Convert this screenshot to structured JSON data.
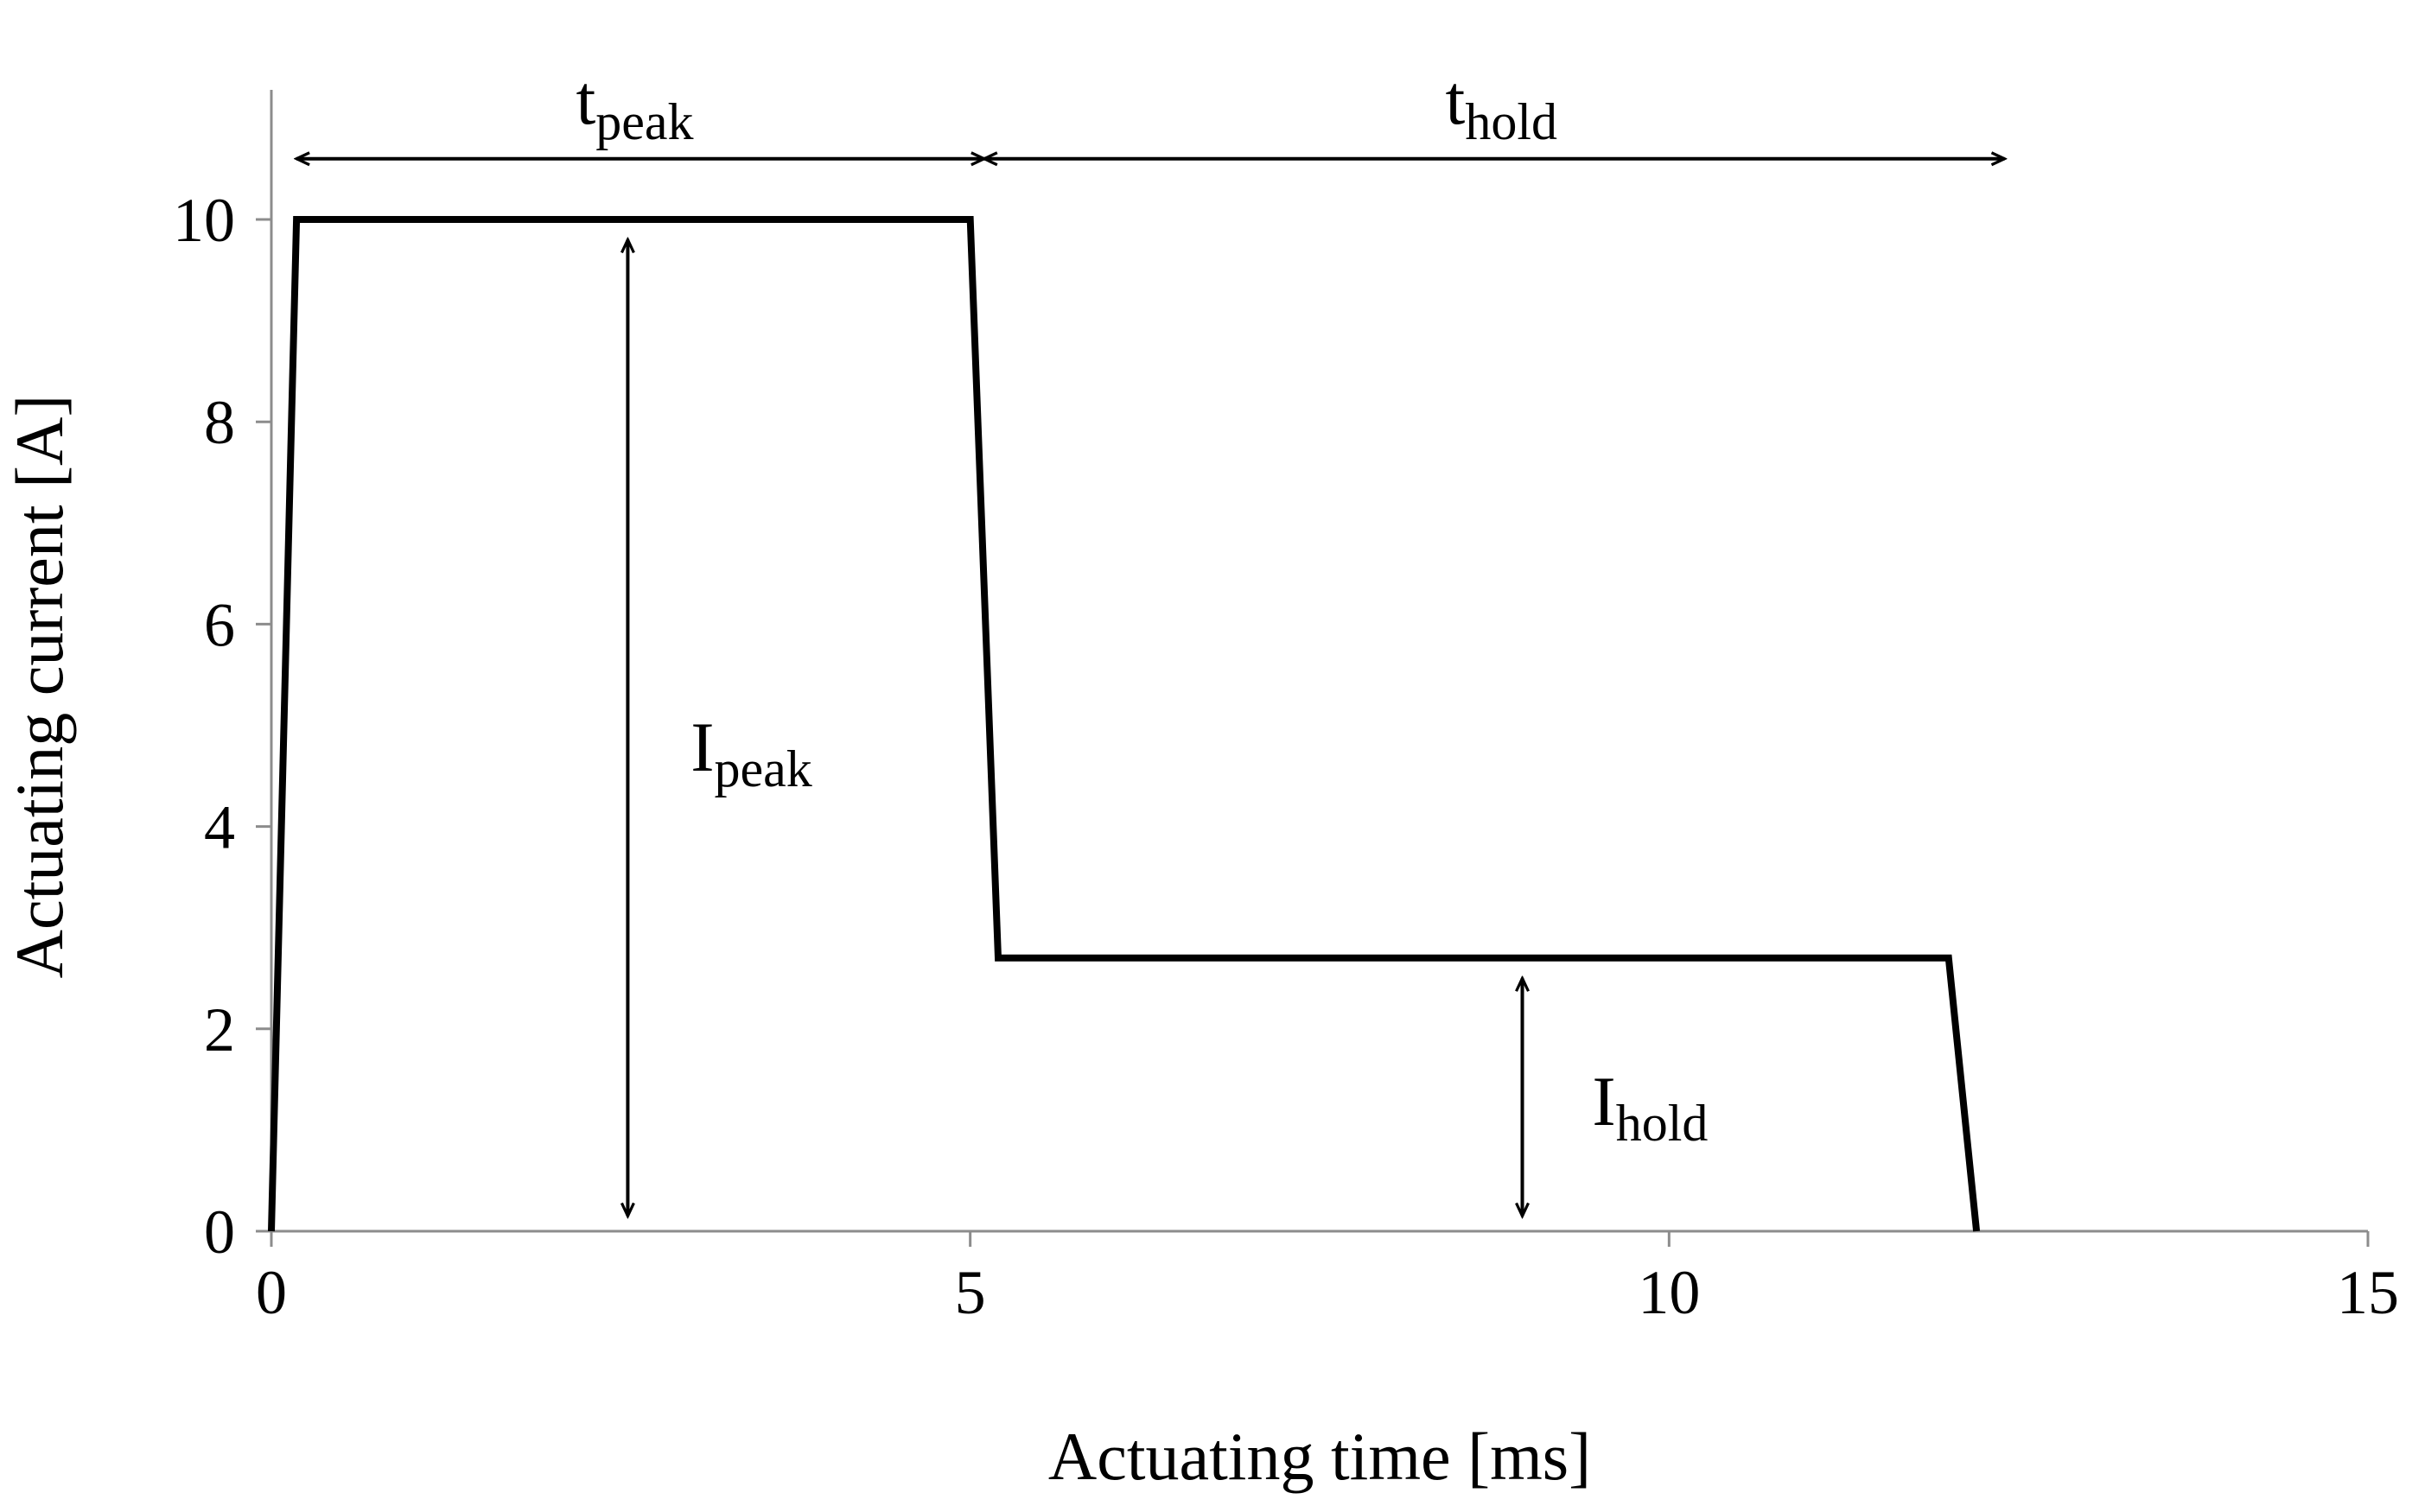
{
  "chart_data": {
    "type": "line",
    "xlabel": "Actuating time [ms]",
    "ylabel": "Actuating current [A]",
    "xlim": [
      0,
      15
    ],
    "ylim": [
      0,
      10
    ],
    "x_ticks": [
      0,
      5,
      10,
      15
    ],
    "y_ticks": [
      0,
      2,
      4,
      6,
      8,
      10
    ],
    "x_tick_labels": [
      "0",
      "5",
      "10",
      "15"
    ],
    "y_tick_labels": [
      "0",
      "2",
      "4",
      "6",
      "8",
      "10"
    ],
    "grid": false,
    "series": [
      {
        "x": [
          0,
          0.18,
          5.0,
          5.2,
          12.0,
          12.2
        ],
        "y": [
          0,
          10,
          10,
          2.7,
          2.7,
          0
        ]
      }
    ],
    "annotations": [
      {
        "main": "t",
        "sub": "peak",
        "orientation": "horizontal",
        "from": [
          0.18,
          10.6
        ],
        "to": [
          5.1,
          10.6
        ],
        "label_at": [
          2.6,
          10.95
        ]
      },
      {
        "main": "t",
        "sub": "hold",
        "orientation": "horizontal",
        "from": [
          5.1,
          10.6
        ],
        "to": [
          12.4,
          10.6
        ],
        "label_at": [
          8.8,
          10.95
        ]
      },
      {
        "main": "I",
        "sub": "peak",
        "orientation": "vertical",
        "from": [
          2.55,
          0.15
        ],
        "to": [
          2.55,
          9.8
        ],
        "label_at": [
          3.0,
          4.55
        ]
      },
      {
        "main": "I",
        "sub": "hold",
        "orientation": "vertical",
        "from": [
          8.95,
          0.15
        ],
        "to": [
          8.95,
          2.5
        ],
        "label_at": [
          9.45,
          1.05
        ]
      }
    ]
  }
}
